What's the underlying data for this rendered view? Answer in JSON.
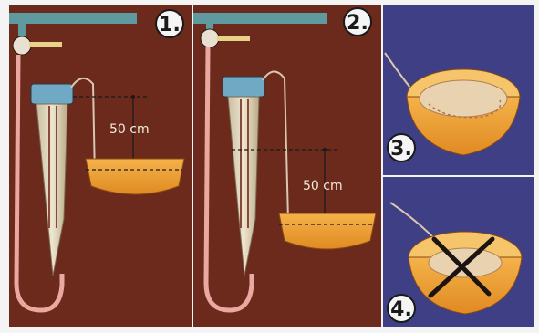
{
  "figure": {
    "panels": [
      {
        "id": "panel-1",
        "number": "1.",
        "label": "50 cm"
      },
      {
        "id": "panel-2",
        "number": "2.",
        "label": "50 cm"
      },
      {
        "id": "panel-3",
        "number": "3."
      },
      {
        "id": "panel-4",
        "number": "4."
      }
    ]
  },
  "colors": {
    "background_brown": "#6b2a1c",
    "background_purple": "#3f3f86",
    "bowl_orange": "#f0a238",
    "bowl_rim": "#f6c46a",
    "water_pipe": "#5e9aa0",
    "tube_glass": "#d9cdb0",
    "cap_blue": "#6fa9c4",
    "cross_dark": "#1c1410"
  }
}
